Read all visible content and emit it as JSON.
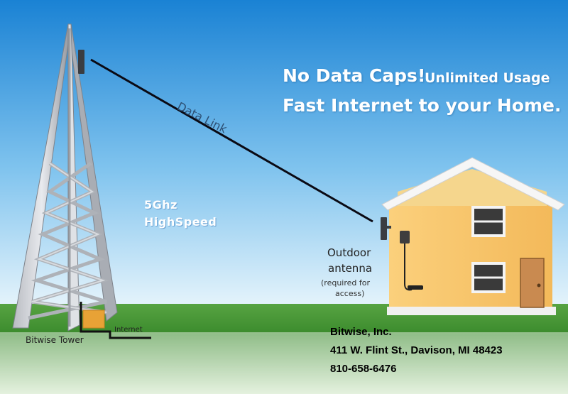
{
  "headline": {
    "line1_main": "No Data Caps!",
    "line1_sub": "Unlimited Usage",
    "line2": "Fast Internet to your Home."
  },
  "link_label": "Data Link",
  "speed": {
    "line1": "5Ghz",
    "line2": "HighSpeed"
  },
  "antenna": {
    "label_line1": "Outdoor",
    "label_line2": "antenna",
    "note_line1": "(required for",
    "note_line2": "access)"
  },
  "tower_label": "Bitwise Tower",
  "internet_label": "Internet",
  "contact": {
    "company": "Bitwise, Inc.",
    "address": "411 W. Flint St., Davison, MI 48423",
    "phone": "810-658-6476"
  },
  "colors": {
    "sky_top": "#1e86d6",
    "sky_bottom": "#dff1fb",
    "grass": "#3c8a2e",
    "house_wall": "#f7c56d",
    "roof": "#f4f4f4"
  }
}
